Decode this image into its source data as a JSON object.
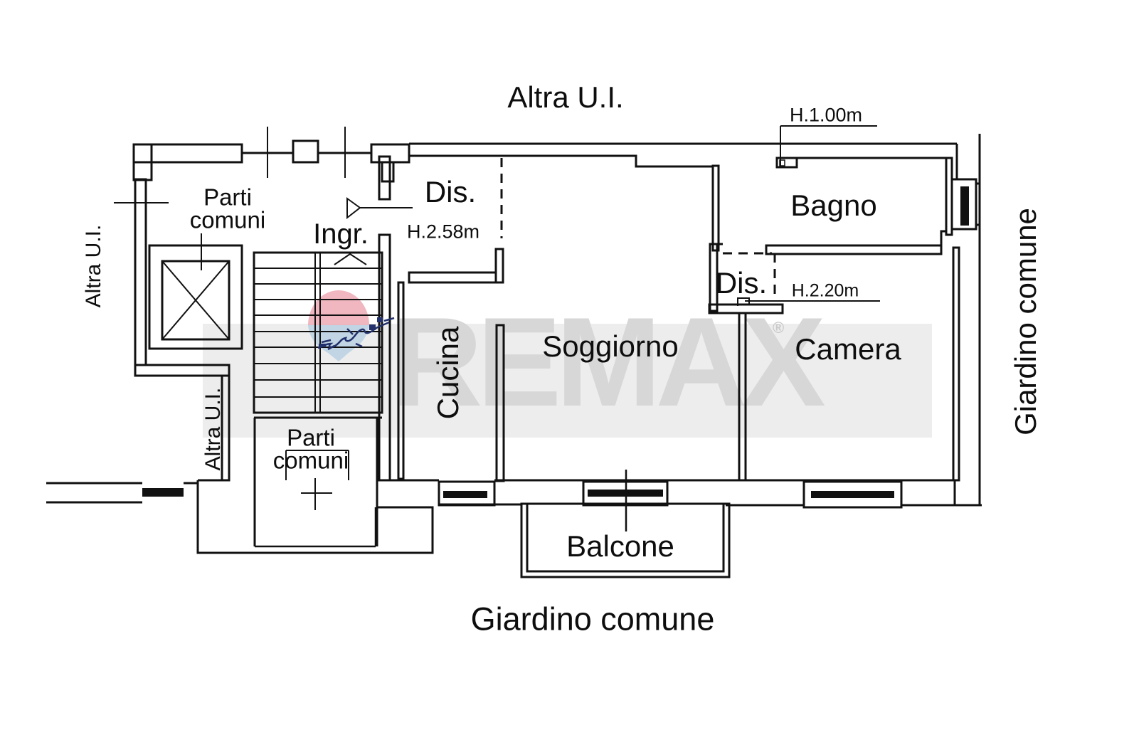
{
  "plan_type": "floor-plan",
  "labels": {
    "title_top": "Altra U.I.",
    "altra_left_top": "Altra U.I.",
    "altra_left_bottom": "Altra U.I.",
    "parti_comuni_top": {
      "line1": "Parti",
      "line2": "comuni"
    },
    "parti_comuni_bottom": {
      "line1": "Parti",
      "line2": "comuni"
    },
    "ingresso": "Ingr.",
    "disimpegno1": "Dis.",
    "disimpegno1_height": "H.2.58m",
    "disimpegno2": "Dis.",
    "disimpegno2_height": "H.2.20m",
    "bagno": "Bagno",
    "bagno_window_height": "H.1.00m",
    "cucina": "Cucina",
    "soggiorno": "Soggiorno",
    "camera": "Camera",
    "balcone": "Balcone",
    "giardino_bottom": "Giardino comune",
    "giardino_right": "Giardino comune"
  },
  "watermark": {
    "brand": "REMAX",
    "registered": "®",
    "band_color": "#ededed",
    "letter_color": "#d7d7d7",
    "balloon_red": "#eeaeb8",
    "balloon_blue": "#bcd2e4",
    "signature_color": "#22306b"
  },
  "colors": {
    "wall": "#111111",
    "background": "#ffffff",
    "text": "#0d0d0d"
  }
}
